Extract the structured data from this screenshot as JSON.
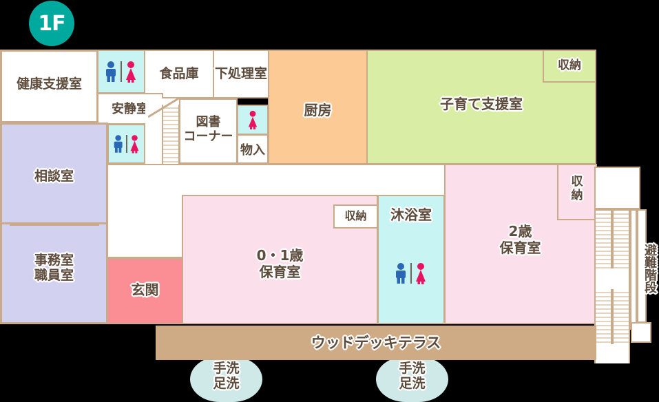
{
  "floor_badge": {
    "label": "1F",
    "color": "#00a99d"
  },
  "palette": {
    "wall": "#c9ab8c",
    "white_room": "#ffffff",
    "kitchen_orange": "#fcca94",
    "support_green": "#d9eda5",
    "nursery_pink": "#fbdfeb",
    "consult_purple": "#d3d1f0",
    "entrance_red": "#fb8e94",
    "water_cyan": "#c9f4f4",
    "terrace_brown": "#cfab85",
    "wash_cyan": "#cfe8e8",
    "label_text": "#5d4b3c",
    "pictogram_male": "#2a68b5",
    "pictogram_female": "#e8145f"
  },
  "rooms": {
    "health_support": {
      "label": "健康支援室"
    },
    "toilet_upper": {
      "label": ""
    },
    "food_storage": {
      "label": "食品庫"
    },
    "prep_room": {
      "label": "下処理室"
    },
    "kitchen": {
      "label": "厨房"
    },
    "childcare_support": {
      "label": "子育て支援室"
    },
    "storage_top_right": {
      "label": "収納"
    },
    "quiet_room": {
      "label": "安静室"
    },
    "toilet_lower": {
      "label": ""
    },
    "library_corner": {
      "label": "図書\nコーナー"
    },
    "toilet_small": {
      "label": ""
    },
    "closet_monoire": {
      "label": "物入"
    },
    "consultation": {
      "label": "相談室"
    },
    "office_staff": {
      "label": "事務室\n職員室"
    },
    "entrance": {
      "label": "玄関"
    },
    "nursery_01": {
      "label": "0・1歳\n保育室"
    },
    "storage_nursery": {
      "label": "収納"
    },
    "bath_room": {
      "label": "沐浴室"
    },
    "nursery_2": {
      "label": "2歳\n保育室"
    },
    "storage_nursery2": {
      "label": "収納"
    },
    "evacuation_stairs": {
      "label": "避難階段"
    },
    "wood_deck_terrace": {
      "label": "ウッドデッキテラス"
    },
    "wash_left": {
      "label": "手洗\n足洗"
    },
    "wash_right": {
      "label": "手洗\n足洗"
    }
  },
  "icons": {
    "wc_male": "male-restroom-icon",
    "wc_female": "female-restroom-icon",
    "stairs": "staircase-icon"
  }
}
